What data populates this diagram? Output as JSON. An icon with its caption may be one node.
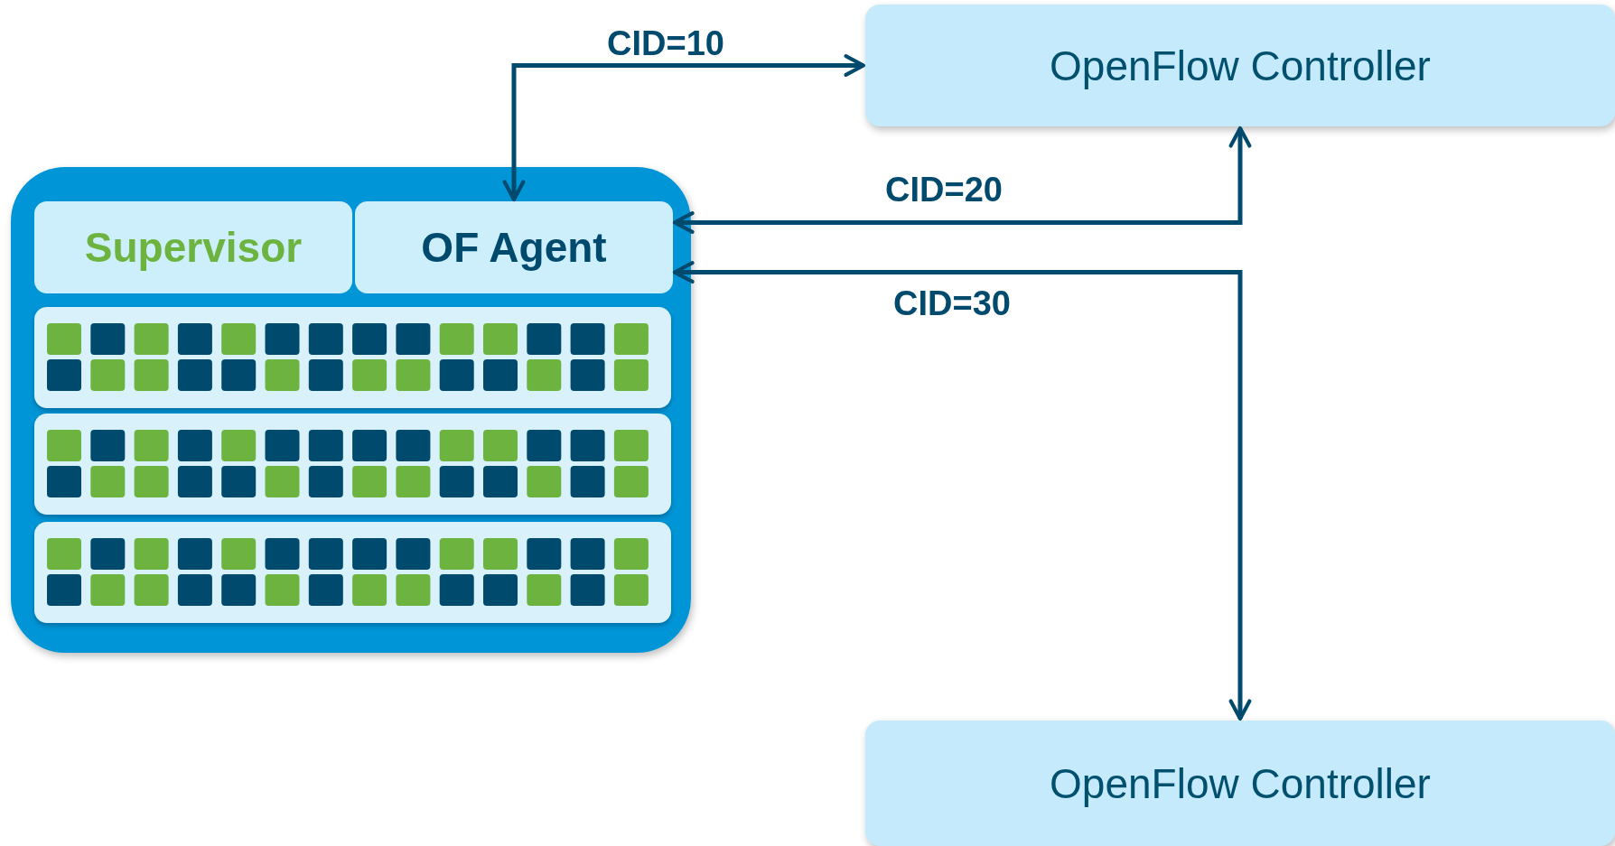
{
  "diagram": {
    "nodes": [
      {
        "text": [
          "OpenFlow Controller"
        ]
      },
      {
        "text": [],
        "shape": "box"
      },
      {
        "text": [
          "Supervisor"
        ],
        "in": 1
      },
      {
        "text": [
          "OF Agent"
        ],
        "in": 1
      },
      {
        "text": [],
        "shape": "box",
        "in": 1
      },
      {
        "text": [],
        "shape": "box",
        "in": 1
      },
      {
        "text": [],
        "shape": "box",
        "in": 1
      },
      {
        "text": [
          "OpenFlow Controller"
        ]
      }
    ],
    "edges": [
      {
        "from": 3,
        "to": 0,
        "arrow": "both",
        "label": "CID=10"
      },
      {
        "from": 3,
        "to": 0,
        "arrow": "both",
        "label": "CID=20"
      },
      {
        "from": 3,
        "to": 7,
        "arrow": "both",
        "label": "CID=30"
      }
    ]
  }
}
